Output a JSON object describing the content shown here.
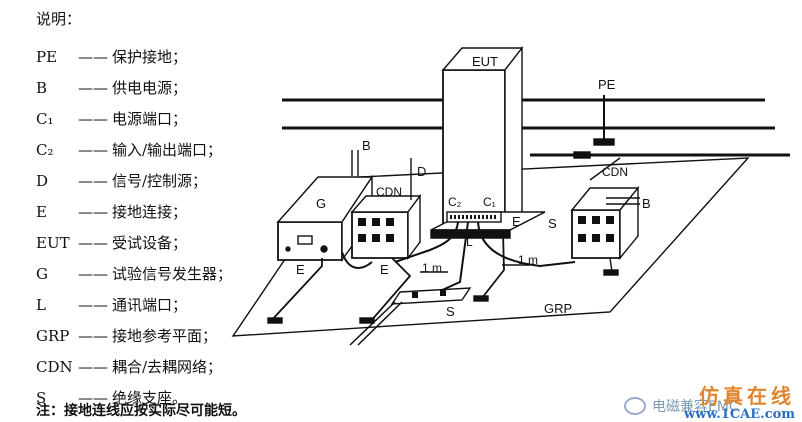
{
  "legend": {
    "title": "说明：",
    "dash": "——",
    "items": [
      {
        "key": "PE",
        "desc": "保护接地；"
      },
      {
        "key": "B",
        "desc": "供电电源；"
      },
      {
        "key": "C₁",
        "desc": "电源端口；"
      },
      {
        "key": "C₂",
        "desc": "输入/输出端口；"
      },
      {
        "key": "D",
        "desc": "信号/控制源；"
      },
      {
        "key": "E",
        "desc": "接地连接；"
      },
      {
        "key": "EUT",
        "desc": "受试设备；"
      },
      {
        "key": "G",
        "desc": "试验信号发生器；"
      },
      {
        "key": "L",
        "desc": "通讯端口；"
      },
      {
        "key": "GRP",
        "desc": "接地参考平面；"
      },
      {
        "key": "CDN",
        "desc": "耦合/去耦网络；"
      },
      {
        "key": "S",
        "desc": "绝缘支座。"
      }
    ],
    "note": "注：接地连线应按实际尽可能短。"
  },
  "diagram": {
    "labels": {
      "eut": "EUT",
      "pe": "PE",
      "b_left": "B",
      "b_right": "B",
      "d": "D",
      "g": "G",
      "cdn_left": "CDN",
      "cdn_right": "CDN",
      "c2": "C₂",
      "c1": "C₁",
      "l": "L",
      "e_gen": "E",
      "e_cdn": "E",
      "e_eut": "E",
      "s_right": "S",
      "s_bottom": "S",
      "one_m_left": "1 m",
      "one_m_right": "1 m",
      "grp": "GRP"
    }
  },
  "watermark": {
    "account": "电磁兼容EMC",
    "brand_cn": "仿真在线",
    "site": "www.1CAE.com"
  }
}
